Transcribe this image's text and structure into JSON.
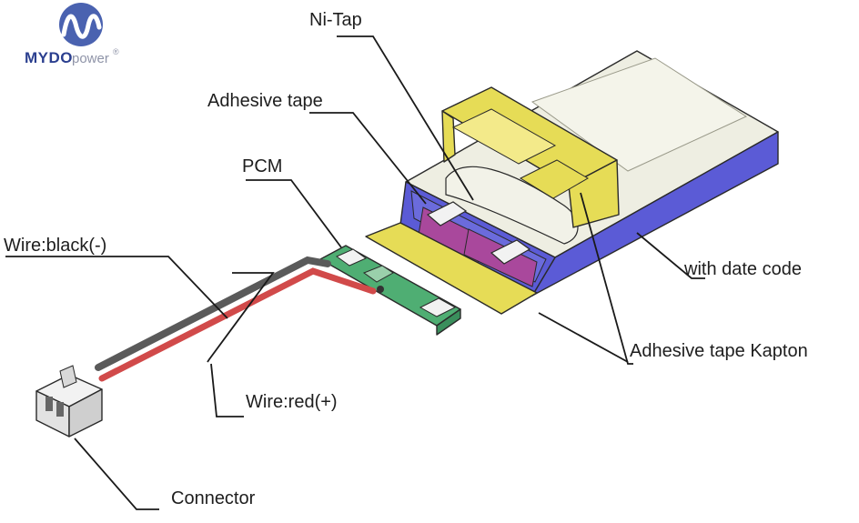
{
  "logo": {
    "brand": "MYDO",
    "suffix": "power",
    "mark": "®"
  },
  "labels": {
    "ni_tap": "Ni-Tap",
    "adhesive_tape": "Adhesive tape",
    "pcm": "PCM",
    "wire_black": "Wire:black(-)",
    "with_date_code": "with date code",
    "adhesive_tape_kapton": "Adhesive tape Kapton",
    "wire_red": "Wire:red(+)",
    "connector": "Connector"
  },
  "colors": {
    "cell_side": "#5b5bd6",
    "cell_top": "#eeeee0",
    "yellow_tape": "#e8de5a",
    "pcm_green": "#4fae73",
    "wire_black": "#5a5a5a",
    "wire_red": "#d14a4a",
    "magenta_block": "#a9489c"
  }
}
